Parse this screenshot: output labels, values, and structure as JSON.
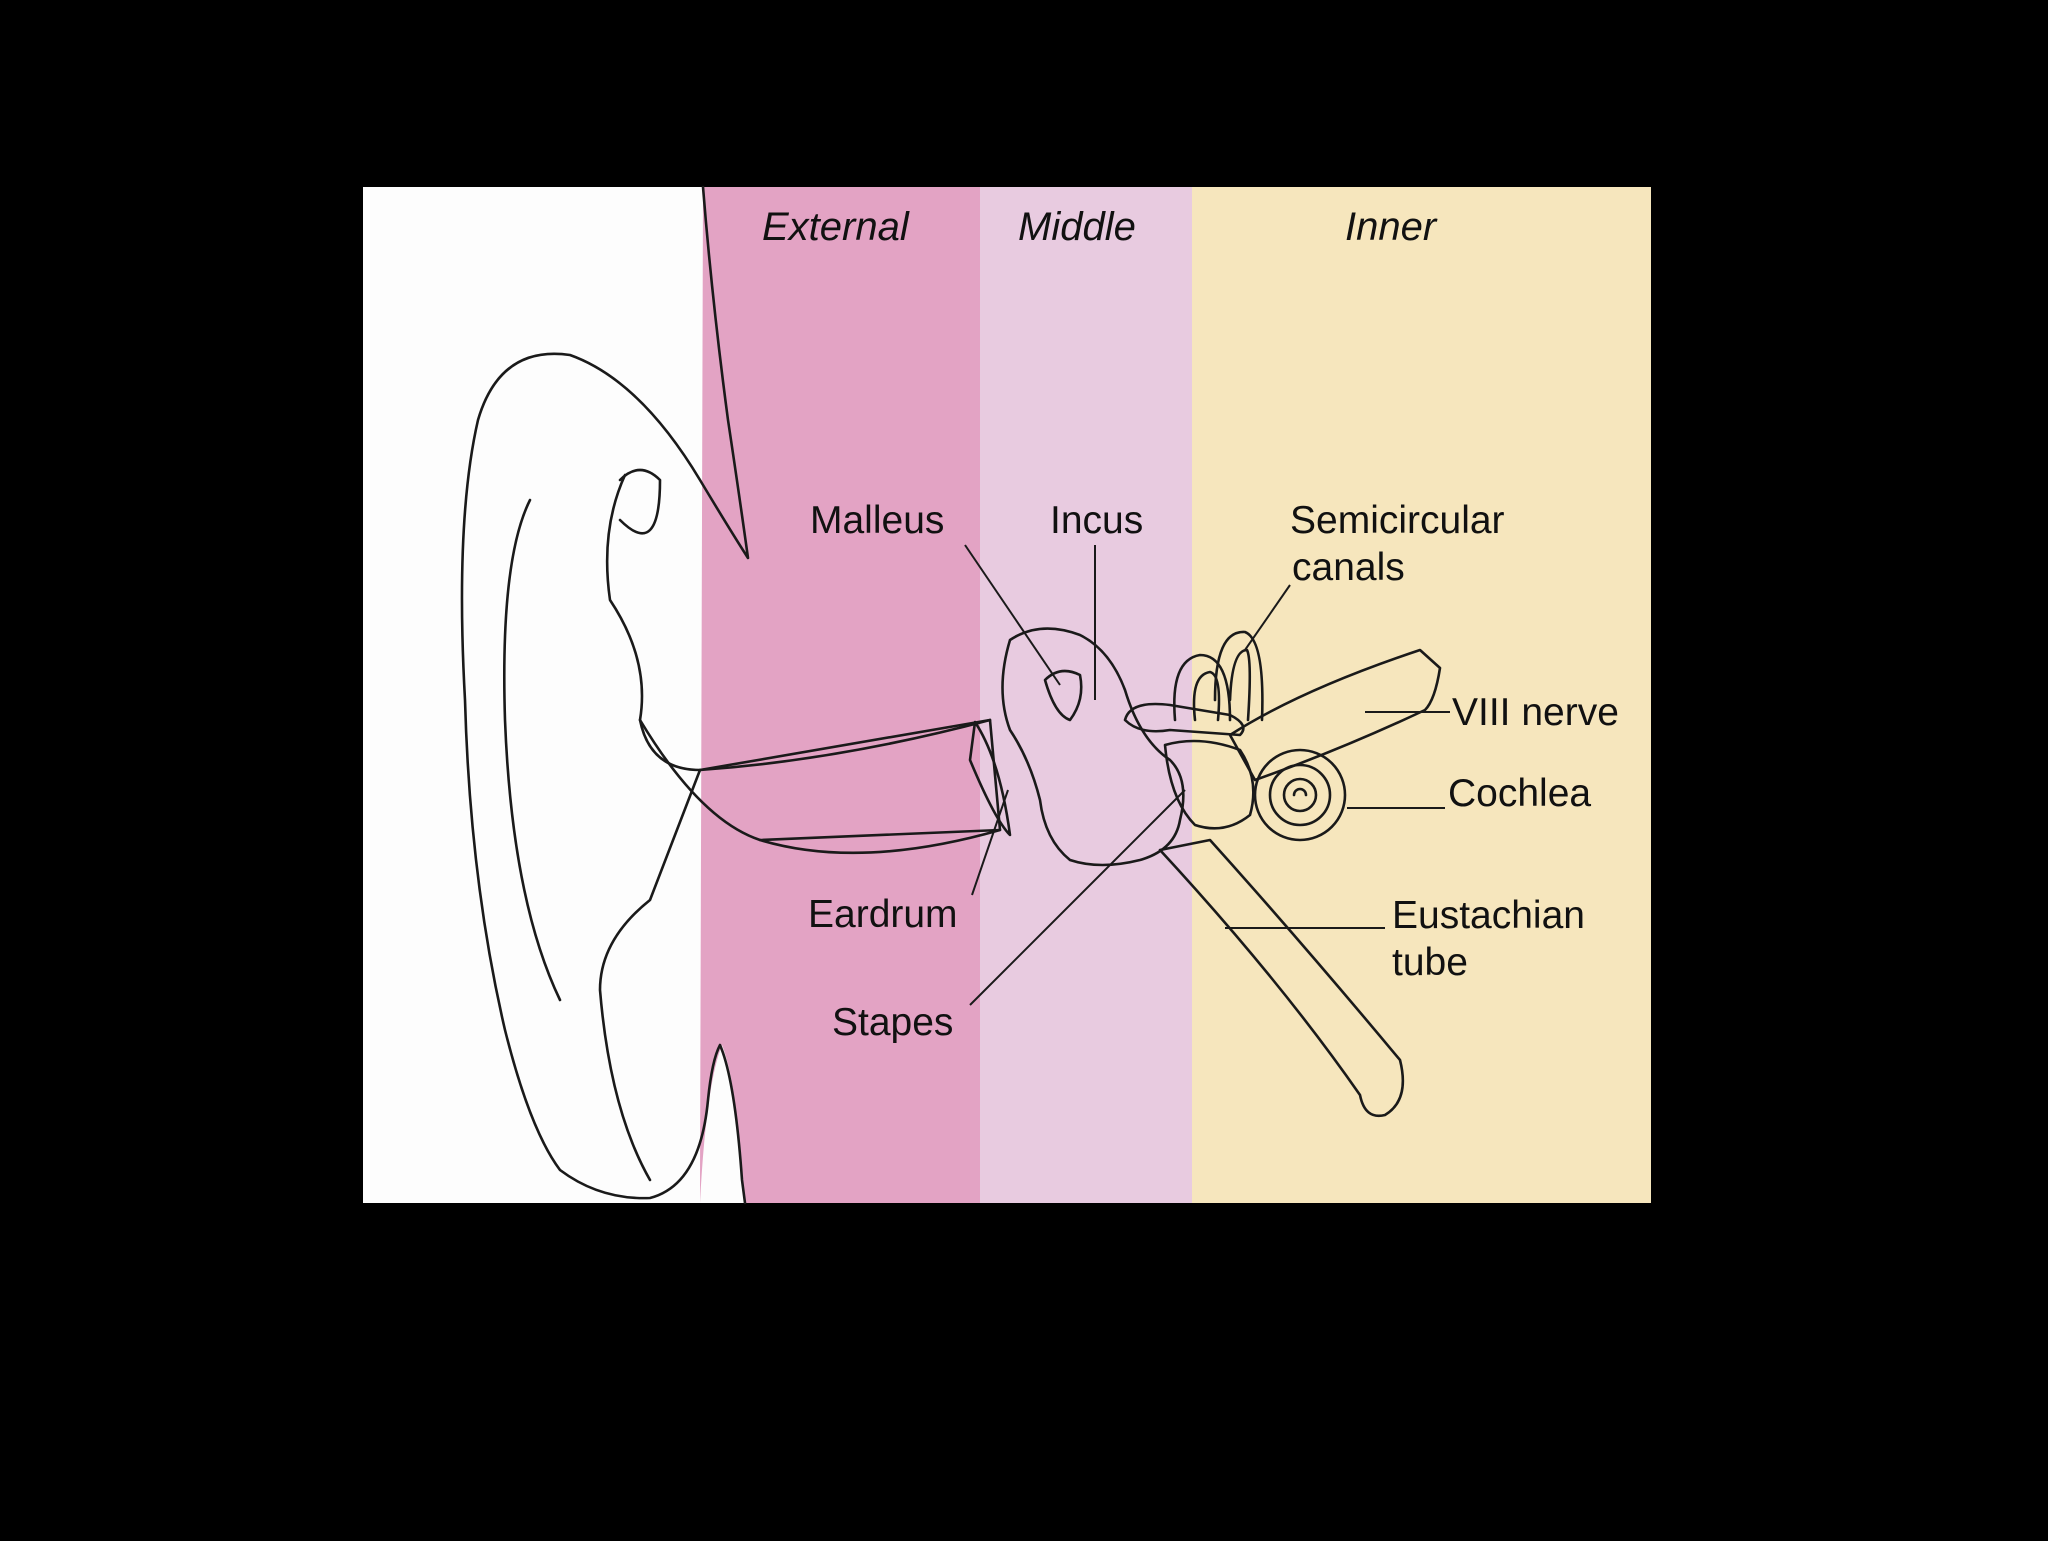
{
  "regions": {
    "external": "External",
    "middle": "Middle",
    "inner": "Inner"
  },
  "parts": {
    "malleus": "Malleus",
    "incus": "Incus",
    "semicircular_line1": "Semicircular",
    "semicircular_line2": "canals",
    "viii_nerve": "VIII nerve",
    "cochlea": "Cochlea",
    "eustachian_line1": "Eustachian",
    "eustachian_line2": "tube",
    "eardrum": "Eardrum",
    "stapes": "Stapes"
  },
  "colors": {
    "background": "#000000",
    "white_area": "#fdfdfd",
    "external_zone": "#e3a3c4",
    "middle_zone": "#e8cbe0",
    "inner_zone": "#f6e6bd",
    "ossicle_fill": "#b98aaa",
    "outline": "#1a1a1a"
  }
}
